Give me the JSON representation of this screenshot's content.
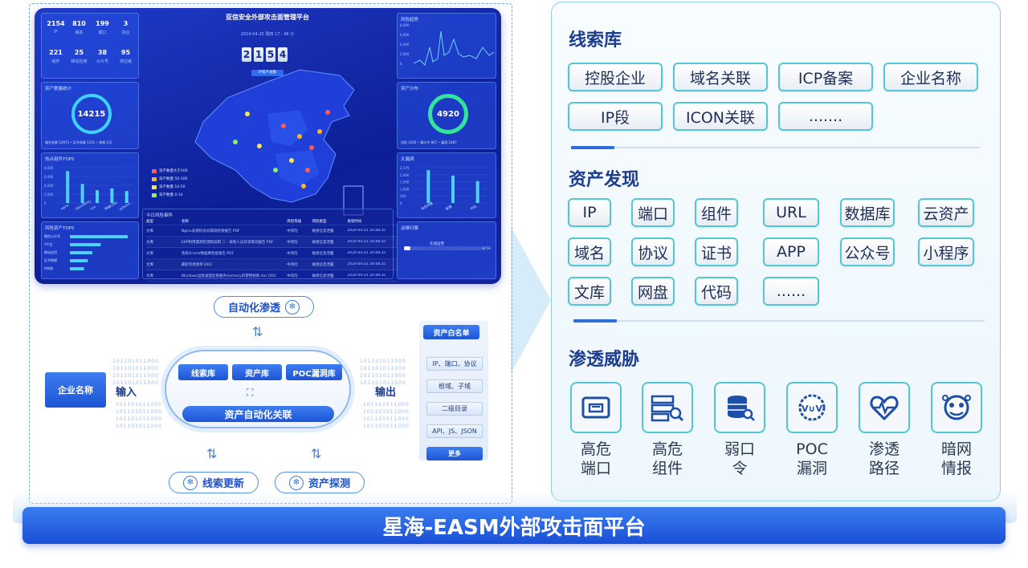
{
  "dashboard": {
    "title": "亚信安全外部攻击面管理平台",
    "datetime": "2024-04-25 周四 17 : 48 分",
    "counter_digits": [
      "2",
      "1",
      "5",
      "4"
    ],
    "counter_caption": "IP资产总数",
    "stats_row1": [
      {
        "value": "2154",
        "label": "IP"
      },
      {
        "value": "810",
        "label": "域名"
      },
      {
        "value": "199",
        "label": "端口"
      },
      {
        "value": "3",
        "label": "协议"
      }
    ],
    "stats_row2": [
      {
        "value": "221",
        "label": "组件"
      },
      {
        "value": "25",
        "label": "移动应用"
      },
      {
        "value": "38",
        "label": "公众号"
      },
      {
        "value": "95",
        "label": "供应链"
      }
    ],
    "asset_panel_title": "资产数量统计",
    "asset_ring_value": "14215",
    "asset_footer": "域名关联  12973  • 证书关联  1151  • 其他  1/3",
    "risk_dist_title": "资产分布",
    "risk_ring_value": "4920",
    "risk_footer": "风险 1026  • 弱口令 807  • 漏洞 2487",
    "trend_title": "风险趋势",
    "trend_yticks": [
      "8,000",
      "6,000",
      "4,000",
      "2,000",
      "0"
    ],
    "top5_title": "热点组件TOP5",
    "top5_yticks": [
      "8,000",
      "6,000",
      "4,000",
      "2,000",
      "0"
    ],
    "top5_labels": [
      "nginx",
      "OpenResty",
      "Lua",
      "网络CDN",
      "jsDelivr"
    ],
    "top5_values": [
      7200,
      4300,
      2900,
      3300,
      2700
    ],
    "day_title": "天漏洞",
    "day_yticks": [
      "2,579",
      "2,000",
      "1,500",
      "1,000",
      "500",
      "0"
    ],
    "day_labels": [
      "信息泄露",
      "配置",
      "中危"
    ],
    "day_values": [
      2400,
      2000,
      1600
    ],
    "hbar_title": "风险资产TOP5",
    "hbar_labels": [
      "微信公众号",
      "Y产品",
      "移动应用",
      "证书到期",
      "H系统"
    ],
    "hbar_values": [
      90,
      48,
      35,
      28,
      22
    ],
    "legend": [
      "资产数量大于100",
      "资产数量 50-100",
      "资产数量 10-50",
      "资产数量 0-10"
    ],
    "legend_colors": [
      "#ff5a5a",
      "#ffb12a",
      "#ffe34d",
      "#8df06a"
    ],
    "table_title": "今日风险事件",
    "table_headers": [
      "类型",
      "名称",
      "风险等级",
      "风险类型",
      "发现时间"
    ],
    "table_rows": [
      [
        "文库",
        "Nginx未授权访问漏洞检测报告 PDF",
        "中风险",
        "敏感信息泄露",
        "2024-04-25 20:48:35"
      ],
      [
        "文库",
        "EXP利用漏洞检测和说明 二 - 采购人员日常情况报告 PDF",
        "中风险",
        "敏感信息泄露",
        "2024-04-25 20:48:35"
      ],
      [
        "文库",
        "系统Oracle数据库性能报告 PDF",
        "中风险",
        "敏感信息泄露",
        "2024-04-25 20:48:35"
      ],
      [
        "文库",
        "最新资源清单 DOC",
        "中风险",
        "敏感信息泄露",
        "2024-04-25 20:48:35"
      ],
      [
        "文库",
        "Windows远程桌面连接服务memory的使用规则 doc DOC",
        "中风险",
        "敏感信息泄露",
        "2024-04-25 20:48:35"
      ]
    ],
    "ops_title": "运维归属",
    "ops_item": "在线运营",
    "ops_value": "4/50"
  },
  "flow": {
    "top_pill": "自动化渗透",
    "enterprise": "企业名称",
    "input": "输入",
    "output": "输出",
    "center_tabs": [
      "线索库",
      "资产库",
      "POC漏洞库"
    ],
    "center_main": "资产自动化关联",
    "bottom_pills": [
      "线索更新",
      "资产探测"
    ],
    "whitelist_title": "资产白名单",
    "whitelist_items": [
      "IP、端口、协议",
      "根域、子域",
      "二级目录",
      "API、JS、JSON",
      "更多"
    ],
    "binary": "101101011000"
  },
  "right": {
    "clue_title": "线索库",
    "clue_tags": [
      "控股企业",
      "域名关联",
      "ICP备案",
      "企业名称",
      "IP段",
      "ICON关联",
      "......."
    ],
    "asset_title": "资产发现",
    "asset_tags": [
      "IP",
      "端口",
      "组件",
      "URL",
      "数据库",
      "云资产",
      "域名",
      "协议",
      "证书",
      "APP",
      "公众号",
      "小程序",
      "文库",
      "网盘",
      "代码",
      "......"
    ],
    "threat_title": "渗透威胁",
    "threats": [
      {
        "icon": "port-icon",
        "line1": "高危",
        "line2": "端口"
      },
      {
        "icon": "component-icon",
        "line1": "高危",
        "line2": "组件"
      },
      {
        "icon": "weak-password-icon",
        "line1": "弱口",
        "line2": "令"
      },
      {
        "icon": "poc-vulnerability-icon",
        "line1": "POC",
        "line2": "漏洞"
      },
      {
        "icon": "penetration-path-icon",
        "line1": "渗透",
        "line2": "路径"
      },
      {
        "icon": "dark-web-icon",
        "line1": "暗网",
        "line2": "情报"
      }
    ]
  },
  "banner": "星海-EASM外部攻击面平台",
  "colors": {
    "accent": "#2f6fd8",
    "tag_border": "#52c7d6",
    "banner": "#2a66e6",
    "dashboard_bg": "#1e3bc8"
  }
}
